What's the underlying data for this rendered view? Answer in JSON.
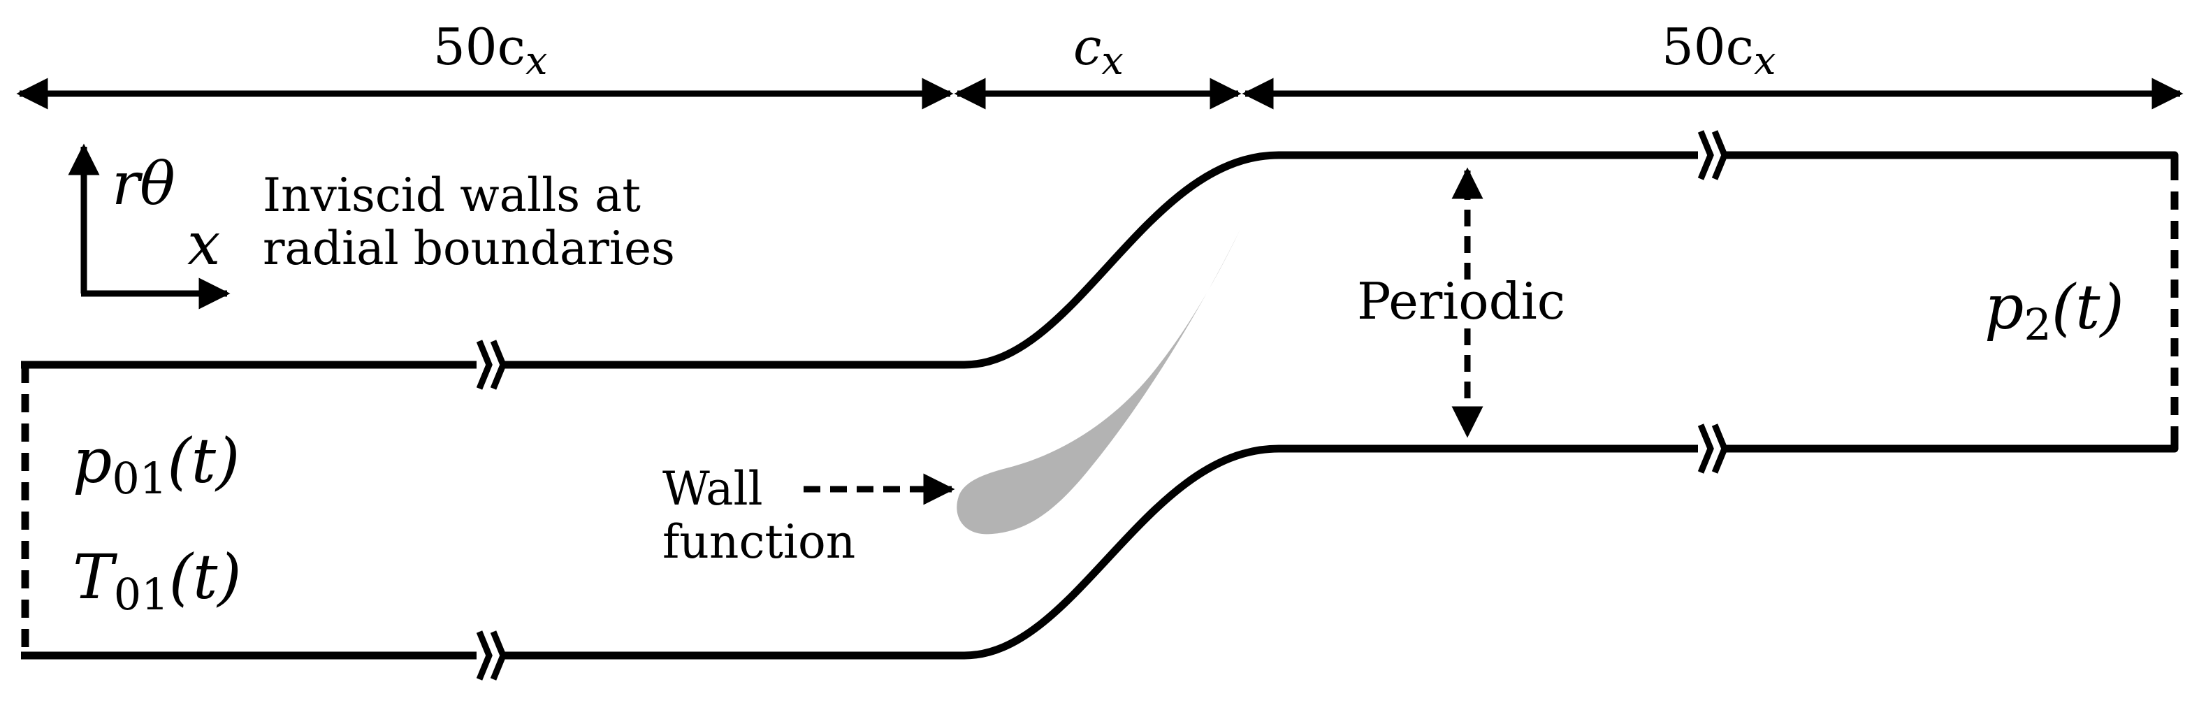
{
  "dimensions": {
    "inlet_length": "50c",
    "inlet_length_sub": "x",
    "chord_length": "c",
    "chord_length_sub": "x",
    "outlet_length": "50c",
    "outlet_length_sub": "x"
  },
  "axes": {
    "vertical": "rθ",
    "horizontal": "x"
  },
  "notes": {
    "walls_line1": "Inviscid walls at",
    "walls_line2": "radial boundaries",
    "periodic": "Periodic",
    "wall_fn_line1": "Wall",
    "wall_fn_line2": "function"
  },
  "boundaries": {
    "inlet_p_main": "p",
    "inlet_p_sub": "01",
    "inlet_p_arg": "(t)",
    "inlet_T_main": "T",
    "inlet_T_sub": "01",
    "inlet_T_arg": "(t)",
    "outlet_p_main": "p",
    "outlet_p_sub": "2",
    "outlet_p_arg": "(t)"
  },
  "colors": {
    "stroke": "#000000",
    "blade": "#b3b3b3"
  }
}
